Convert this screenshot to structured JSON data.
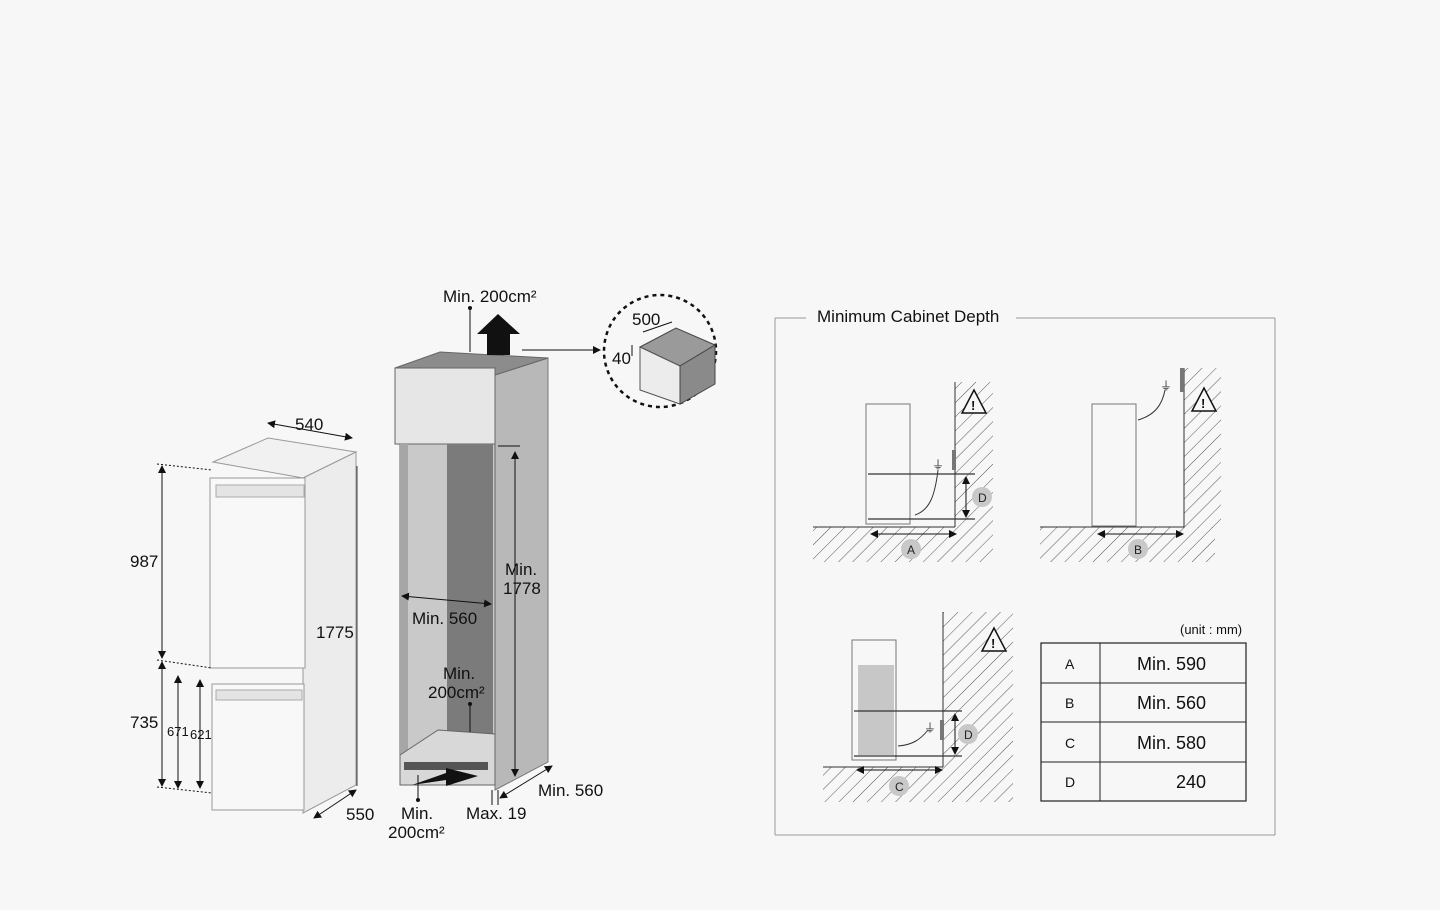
{
  "fridge": {
    "width": "540",
    "height": "1775",
    "depth": "550",
    "upper_height": "987",
    "lower_height": "735",
    "door_height_1": "671",
    "door_height_2": "621"
  },
  "cabinet": {
    "top_vent": "Min. 200cm²",
    "vent_detail_width": "500",
    "vent_detail_gap": "40",
    "inner_width": "Min. 560",
    "inner_height_line1": "Min.",
    "inner_height_line2": "1778",
    "rear_vent_line1": "Min.",
    "rear_vent_line2": "200cm²",
    "bottom_vent_line1": "Min.",
    "bottom_vent_line2": "200cm²",
    "plinth": "Max. 19",
    "depth": "Min. 560"
  },
  "cabinet_depth_panel": {
    "title": "Minimum Cabinet Depth",
    "unit_note": "(unit : mm)",
    "badges": {
      "a": "A",
      "b": "B",
      "c": "C",
      "d": "D"
    },
    "rows": [
      {
        "key": "A",
        "value": "Min. 590"
      },
      {
        "key": "B",
        "value": "Min. 560"
      },
      {
        "key": "C",
        "value": "Min. 580"
      },
      {
        "key": "D",
        "value": "240"
      }
    ],
    "warning_symbol": "!"
  }
}
